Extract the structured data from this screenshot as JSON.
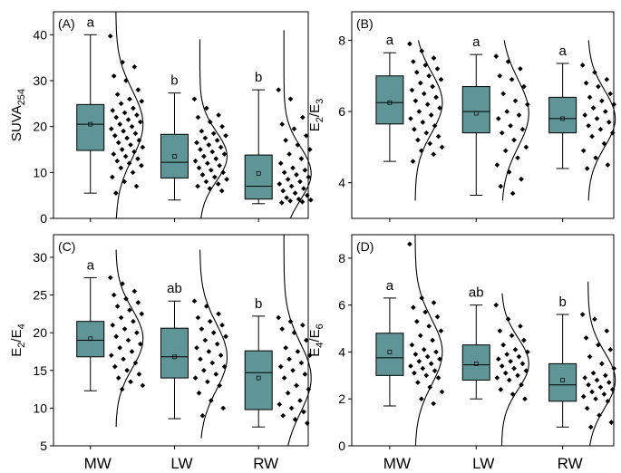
{
  "style": {
    "box_fill": "#5f9596",
    "point_color": "#000000"
  },
  "chart_data": [
    {
      "type": "box",
      "panel": "(A)",
      "ylabel": "SUVA",
      "ylabel_sub": "254",
      "ylabel_sup": "",
      "ylim": [
        0,
        45
      ],
      "yticks": [
        "0",
        "10",
        "20",
        "30",
        "40"
      ],
      "categories": [
        "MW",
        "LW",
        "RW"
      ],
      "show_xlabels": false,
      "stats": [
        {
          "min": 5.5,
          "q1": 14.8,
          "median": 20.5,
          "q3": 24.8,
          "max": 40,
          "mean": 20.5,
          "letter": "a"
        },
        {
          "min": 4,
          "q1": 8.8,
          "median": 12.2,
          "q3": 18.3,
          "max": 27.3,
          "mean": 13.5,
          "letter": "b"
        },
        {
          "min": 3.2,
          "q1": 4.2,
          "median": 7,
          "q3": 13.8,
          "max": 28,
          "mean": 9.8,
          "letter": "b"
        }
      ],
      "points": [
        [
          39.7,
          34,
          33,
          31,
          30,
          28,
          27,
          26,
          25.5,
          25,
          24,
          23.5,
          23,
          22.5,
          22,
          21.5,
          21,
          20.5,
          20,
          19.5,
          19,
          18.5,
          18,
          17.5,
          17,
          16.5,
          16,
          15.5,
          15,
          14.5,
          14,
          13.5,
          13,
          12.5,
          12,
          11.5,
          11,
          10,
          9,
          8,
          7,
          5.5
        ],
        [
          26,
          24,
          22.5,
          22,
          21,
          20,
          19,
          18.5,
          18,
          17.5,
          17,
          16.5,
          16,
          15.5,
          15,
          14.5,
          14,
          13.5,
          13,
          12.5,
          12,
          11.5,
          11,
          10.5,
          10,
          9.5,
          9,
          8.5,
          8,
          7.5,
          7,
          6.5,
          6
        ],
        [
          28,
          26,
          22,
          20.5,
          19.5,
          18,
          17,
          16,
          15,
          14,
          13,
          12,
          11,
          10.5,
          10,
          9.5,
          9,
          8.5,
          8,
          7.5,
          7,
          6.5,
          6,
          5.5,
          5,
          4.5,
          4.2,
          4,
          3.8,
          3.6,
          3.4
        ]
      ],
      "curves": [
        {
          "mean": 20.5,
          "sd": 7.4,
          "top": 45,
          "bottom": 0
        },
        {
          "mean": 13.5,
          "sd": 5.4,
          "top": 39,
          "bottom": 0
        },
        {
          "mean": 9.8,
          "sd": 5.8,
          "top": 41,
          "bottom": 0
        }
      ]
    },
    {
      "type": "box",
      "panel": "(B)",
      "ylabel": "E",
      "ylabel_sub": "2",
      "ylabel_mid": "/E",
      "ylabel_sub2": "3",
      "ylim": [
        3.0,
        8.8
      ],
      "yticks": [
        "4",
        "6",
        "8"
      ],
      "ytick_values": [
        4,
        6,
        8
      ],
      "categories": [
        "MW",
        "LW",
        "RW"
      ],
      "show_xlabels": false,
      "stats": [
        {
          "min": 4.6,
          "q1": 5.65,
          "median": 6.25,
          "q3": 7.0,
          "max": 7.65,
          "mean": 6.25,
          "letter": "a"
        },
        {
          "min": 3.65,
          "q1": 5.4,
          "median": 6.0,
          "q3": 6.7,
          "max": 7.6,
          "mean": 5.95,
          "letter": "a"
        },
        {
          "min": 4.4,
          "q1": 5.4,
          "median": 5.8,
          "q3": 6.4,
          "max": 7.35,
          "mean": 5.8,
          "letter": "a"
        }
      ],
      "points": [
        [
          7.9,
          7.7,
          7.5,
          7.4,
          7.3,
          7.2,
          7.1,
          7.0,
          6.9,
          6.8,
          6.7,
          6.6,
          6.5,
          6.4,
          6.3,
          6.2,
          6.1,
          6.0,
          5.9,
          5.8,
          5.7,
          5.6,
          5.5,
          5.4,
          5.3,
          5.2,
          5.1,
          5.0,
          4.9,
          4.8,
          4.6
        ],
        [
          7.55,
          7.4,
          7.2,
          7.0,
          6.9,
          6.7,
          6.5,
          6.3,
          6.2,
          6.0,
          5.9,
          5.8,
          5.6,
          5.5,
          5.4,
          5.2,
          5.0,
          4.9,
          4.7,
          4.5,
          4.3,
          4.1,
          3.9,
          3.7
        ],
        [
          7.3,
          7.1,
          6.9,
          6.8,
          6.7,
          6.5,
          6.4,
          6.3,
          6.2,
          6.1,
          6.0,
          5.9,
          5.8,
          5.7,
          5.6,
          5.5,
          5.4,
          5.3,
          5.1,
          4.9,
          4.7,
          4.5,
          4.4
        ]
      ],
      "curves": [
        {
          "mean": 6.25,
          "sd": 0.85,
          "top": 8.0,
          "bottom": 3.5
        },
        {
          "mean": 5.95,
          "sd": 0.95,
          "top": 8.0,
          "bottom": 3.5
        },
        {
          "mean": 5.8,
          "sd": 0.8,
          "top": 8.0,
          "bottom": 3.5
        }
      ]
    },
    {
      "type": "box",
      "panel": "(C)",
      "ylabel": "E",
      "ylabel_sub": "2",
      "ylabel_mid": "/E",
      "ylabel_sub2": "4",
      "ylim": [
        5,
        33
      ],
      "yticks": [
        "5",
        "10",
        "15",
        "20",
        "25",
        "30"
      ],
      "ytick_values": [
        5,
        10,
        15,
        20,
        25,
        30
      ],
      "categories": [
        "MW",
        "LW",
        "RW"
      ],
      "show_xlabels": true,
      "stats": [
        {
          "min": 12.3,
          "q1": 16.8,
          "median": 19.0,
          "q3": 21.5,
          "max": 27.3,
          "mean": 19.2,
          "letter": "a"
        },
        {
          "min": 8.6,
          "q1": 14.0,
          "median": 16.8,
          "q3": 20.6,
          "max": 24.2,
          "mean": 16.8,
          "letter": "ab"
        },
        {
          "min": 7.5,
          "q1": 9.8,
          "median": 14.7,
          "q3": 17.6,
          "max": 22.2,
          "mean": 14.0,
          "letter": "b"
        }
      ],
      "points": [
        [
          27.3,
          26.5,
          25.5,
          25,
          24.5,
          24,
          23.5,
          23,
          22.5,
          22,
          21.5,
          21,
          20.5,
          20,
          19.5,
          19,
          18.5,
          18,
          17.5,
          17,
          16.5,
          16,
          15.5,
          15,
          14.5,
          14,
          13.5,
          13,
          12.5
        ],
        [
          24.2,
          23.5,
          22.5,
          22,
          21.5,
          21,
          20.5,
          20,
          19.5,
          19,
          18.5,
          18,
          17.5,
          17,
          16.5,
          16,
          15.5,
          15,
          14.5,
          14,
          13.5,
          13,
          12,
          11,
          10,
          9
        ],
        [
          22,
          21.5,
          21,
          20.5,
          20,
          19,
          18,
          17.5,
          17,
          16.5,
          16,
          15.5,
          15,
          14.5,
          14,
          13,
          12.5,
          12,
          11,
          10.5,
          10,
          9.5,
          9,
          8.5,
          8
        ]
      ],
      "curves": [
        {
          "mean": 19.2,
          "sd": 3.9,
          "top": 7.5,
          "bottom": 31
        },
        {
          "mean": 16.8,
          "sd": 4.4,
          "top": 6,
          "bottom": 31
        },
        {
          "mean": 14.0,
          "sd": 4.6,
          "top": 5,
          "bottom": 33
        }
      ]
    },
    {
      "type": "box",
      "panel": "(D)",
      "ylabel": "E",
      "ylabel_sub": "4",
      "ylabel_mid": "/E",
      "ylabel_sub2": "6",
      "ylim": [
        0,
        9
      ],
      "yticks": [
        "0",
        "2",
        "4",
        "6",
        "8"
      ],
      "ytick_values": [
        0,
        2,
        4,
        6,
        8
      ],
      "categories": [
        "MW",
        "LW",
        "RW"
      ],
      "show_xlabels": true,
      "stats": [
        {
          "min": 1.7,
          "q1": 3.0,
          "median": 3.75,
          "q3": 4.8,
          "max": 6.3,
          "mean": 4.0,
          "letter": "a"
        },
        {
          "min": 2.0,
          "q1": 2.8,
          "median": 3.45,
          "q3": 4.3,
          "max": 6.0,
          "mean": 3.5,
          "letter": "ab"
        },
        {
          "min": 0.8,
          "q1": 1.9,
          "median": 2.6,
          "q3": 3.5,
          "max": 5.6,
          "mean": 2.8,
          "letter": "b"
        }
      ],
      "points": [
        [
          8.6,
          6.3,
          6.1,
          5.9,
          5.7,
          5.5,
          5.3,
          5.1,
          4.9,
          4.7,
          4.5,
          4.3,
          4.1,
          4.0,
          3.9,
          3.8,
          3.7,
          3.6,
          3.5,
          3.4,
          3.3,
          3.2,
          3.1,
          3.0,
          2.9,
          2.7,
          2.5,
          2.3,
          2.0,
          1.8
        ],
        [
          6.0,
          5.4,
          5.1,
          4.9,
          4.7,
          4.5,
          4.3,
          4.1,
          4.0,
          3.9,
          3.8,
          3.7,
          3.6,
          3.5,
          3.4,
          3.3,
          3.2,
          3.1,
          3.0,
          2.9,
          2.8,
          2.6,
          2.4,
          2.2,
          2.0
        ],
        [
          5.6,
          5.4,
          4.9,
          4.6,
          4.3,
          4.1,
          3.8,
          3.5,
          3.3,
          3.1,
          3.0,
          2.9,
          2.8,
          2.7,
          2.6,
          2.5,
          2.4,
          2.3,
          2.2,
          2.1,
          2.0,
          1.9,
          1.6,
          1.3,
          1.0,
          0.8
        ]
      ],
      "curves": [
        {
          "mean": 4.0,
          "sd": 1.4,
          "top": 0,
          "bottom": 9
        },
        {
          "mean": 3.5,
          "sd": 1.1,
          "top": 0,
          "bottom": 6.5
        },
        {
          "mean": 2.8,
          "sd": 1.2,
          "top": 0,
          "bottom": 7
        }
      ]
    }
  ]
}
